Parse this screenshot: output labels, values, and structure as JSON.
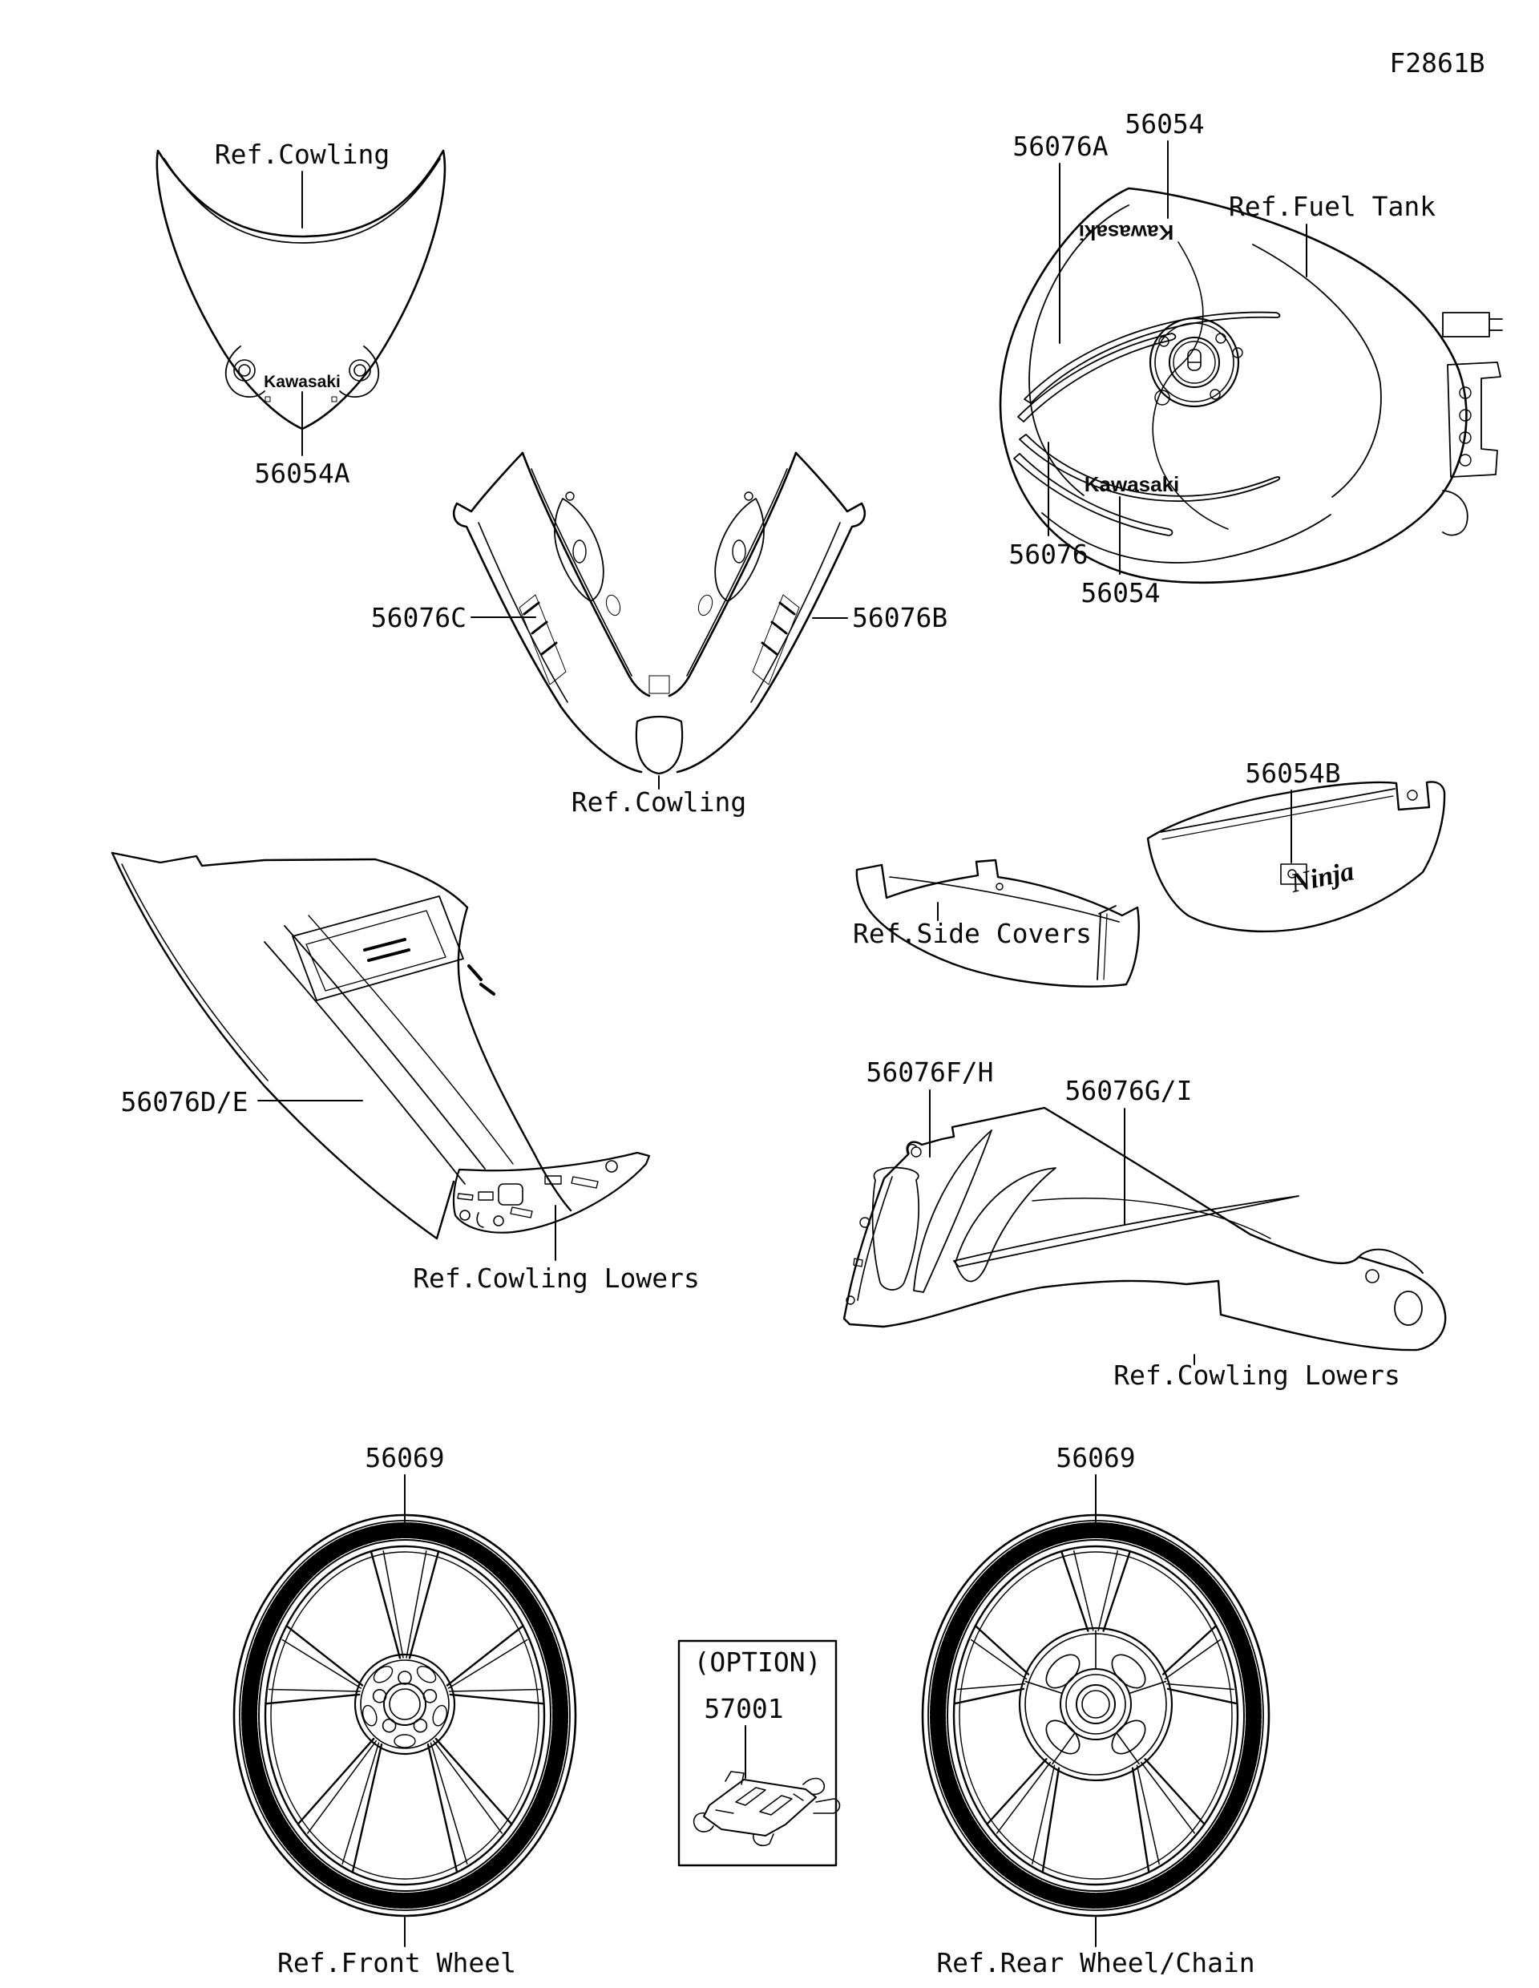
{
  "page": {
    "code": "F2861B",
    "ink": "#000000",
    "background": "#ffffff"
  },
  "callouts": {
    "windshield_ref": "Ref.Cowling",
    "windshield_part": "56054A",
    "windshield_decal": "Kawasaki",
    "tank_stripe_upper_part": "56076A",
    "tank_decal_upper_part": "56054",
    "tank_ref": "Ref.Fuel Tank",
    "tank_stripe_lower_part": "56076",
    "tank_decal_lower_part": "56054",
    "tank_decal_text": "Kawasaki",
    "cowl_left_part": "56076C",
    "cowl_right_part": "56076B",
    "cowl_ref": "Ref.Cowling",
    "sidecover_part": "56054B",
    "sidecover_ref": "Ref.Side Covers",
    "sidecover_decal": "Ninja",
    "lower_left_part": "56076D/E",
    "lower_left_ref": "Ref.Cowling Lowers",
    "lower_right_part1": "56076F/H",
    "lower_right_part2": "56076G/I",
    "lower_right_ref": "Ref.Cowling Lowers",
    "front_wheel_part": "56069",
    "front_wheel_ref": "Ref.Front Wheel",
    "rear_wheel_part": "56069",
    "rear_wheel_ref": "Ref.Rear Wheel/Chain",
    "option_title": "(OPTION)",
    "option_part": "57001"
  }
}
